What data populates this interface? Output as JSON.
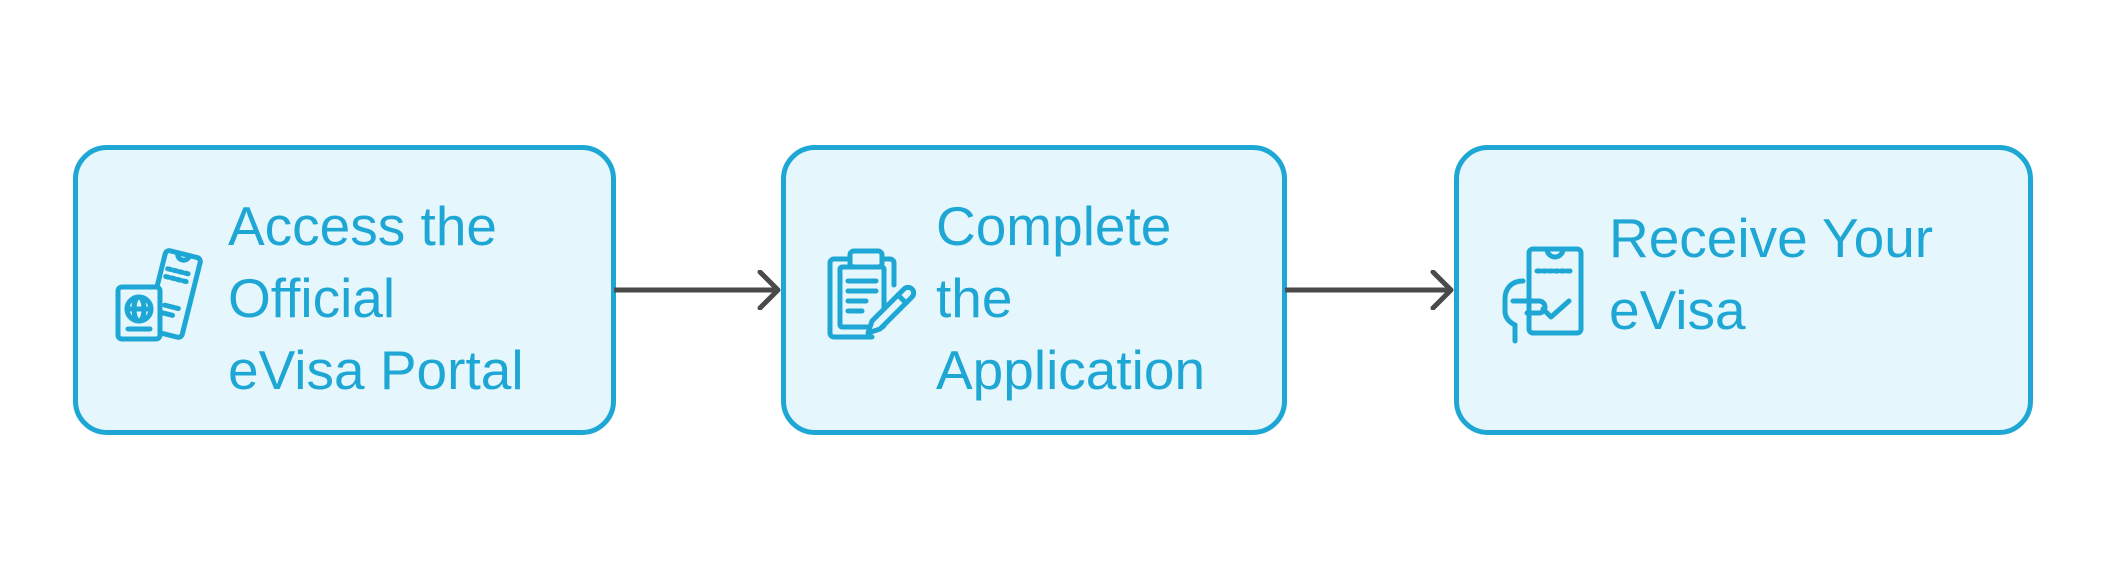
{
  "diagram": {
    "steps": [
      {
        "label": "Access the\nOfficial\neVisa Portal",
        "icon": "passport-ticket-icon"
      },
      {
        "label": "Complete\nthe\nApplication",
        "icon": "clipboard-pencil-icon"
      },
      {
        "label": "Receive Your\neVisa",
        "icon": "hand-ticket-icon"
      }
    ],
    "colors": {
      "node_fill": "#e5f7fc",
      "node_border": "#1ea7d5",
      "text": "#1ea7d5",
      "connector": "#4a4a4a"
    }
  }
}
